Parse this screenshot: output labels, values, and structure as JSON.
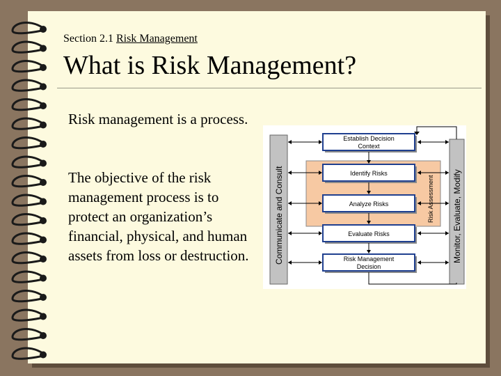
{
  "header": {
    "section_prefix": "Section 2.1 ",
    "section_link": "Risk Management",
    "title": "What is Risk Management?"
  },
  "body": {
    "paragraph1": "Risk management is a process.",
    "paragraph2": "The objective of the risk management process is to protect an organization’s financial, physical, and human assets from loss or destruction."
  },
  "diagram": {
    "left_bar": "Communicate and Consult",
    "right_bar": "Monitor, Evaluate, Modify",
    "group_label": "Risk Assessment",
    "steps": [
      {
        "line1": "Establish Decision",
        "line2": "Context"
      },
      {
        "line1": "Identify Risks",
        "line2": ""
      },
      {
        "line1": "Analyze Risks",
        "line2": ""
      },
      {
        "line1": "Evaluate Risks",
        "line2": ""
      },
      {
        "line1": "Risk Management",
        "line2": "Decision"
      }
    ]
  },
  "colors": {
    "background": "#8a7560",
    "page": "#fdfadf",
    "assessment_fill": "#f7c9a3",
    "box_border": "#1f3f8f",
    "side_bar": "#c2c2c2"
  }
}
